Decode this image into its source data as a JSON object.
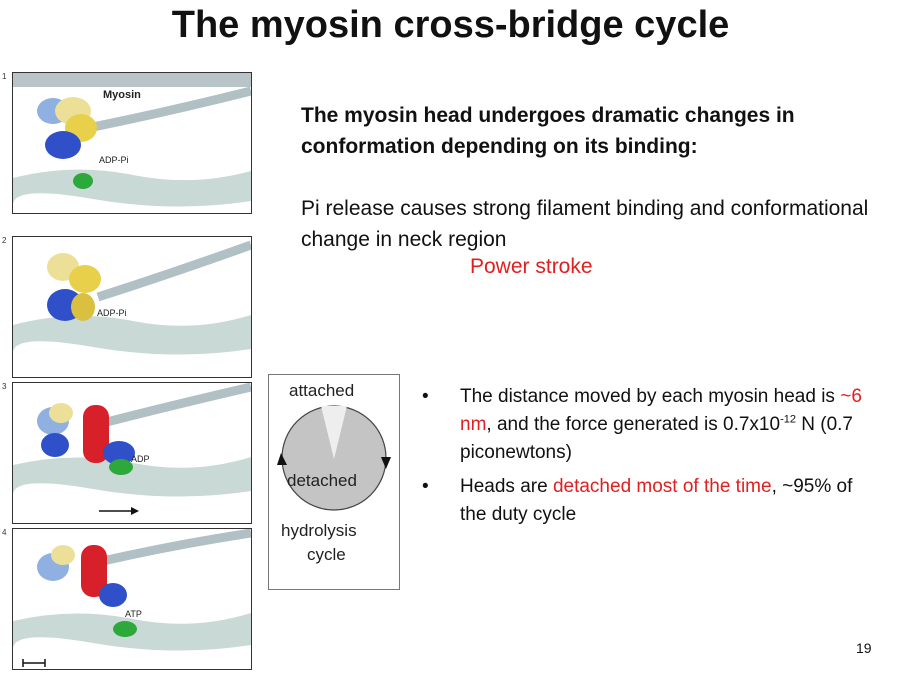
{
  "slide": {
    "title": "The myosin cross-bridge cycle",
    "page_number": "19"
  },
  "figure": {
    "panels": [
      {
        "number": "1",
        "label": "ADP-Pi",
        "myosin_label": "Myosin"
      },
      {
        "number": "2",
        "label": "ADP-Pi"
      },
      {
        "number": "3",
        "label": "ADP"
      },
      {
        "number": "4",
        "label": "ATP"
      }
    ]
  },
  "text": {
    "heading": "The myosin head undergoes dramatic changes in conformation depending on its binding:",
    "para": "Pi release  causes strong filament binding and conformational change in neck region",
    "power_stroke": "Power stroke"
  },
  "cycle_diagram": {
    "attached": "attached",
    "detached": "detached",
    "hydrolysis": "hydrolysis",
    "cycle": "cycle"
  },
  "bullets": {
    "b1_a": "The distance moved by each myosin head is ",
    "b1_red": "~6 nm",
    "b1_b": ", and the force generated is 0.7x10",
    "b1_sup": "-12",
    "b1_c": " N (0.7 piconewtons)",
    "b2_a": "Heads are ",
    "b2_red": "detached most of the time",
    "b2_b": ", ~95% of the duty cycle",
    "dot": "•"
  },
  "colors": {
    "accent_red": "#e02020",
    "actin": "#c9d9d6",
    "myosin_yellow": "#e8d04a",
    "myosin_blue": "#2f50c8",
    "myosin_red": "#d8202a",
    "binding_green": "#2da83a",
    "light_blue": "#8fb0e0"
  }
}
